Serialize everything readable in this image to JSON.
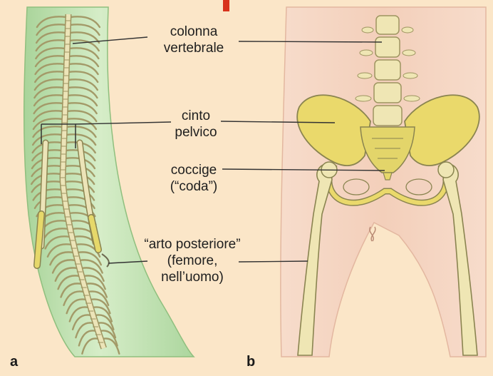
{
  "labels": {
    "colonna": [
      "colonna",
      "vertebrale"
    ],
    "cinto": [
      "cinto",
      "pelvico"
    ],
    "coccige": [
      "coccige",
      "(“coda”)"
    ],
    "arto": [
      "“arto posteriore”",
      "(femore,",
      "nell’uomo)"
    ]
  },
  "panels": {
    "left": "a",
    "right": "b"
  },
  "colors": {
    "page_background": "#fbe6c8",
    "snake_body": "#c6e3b6",
    "skin": "#f6d6c3",
    "bone": "#ece5a6",
    "bone_yellow": "#e6da6e",
    "leader_line": "#333333",
    "accent_red": "#d8321c"
  }
}
